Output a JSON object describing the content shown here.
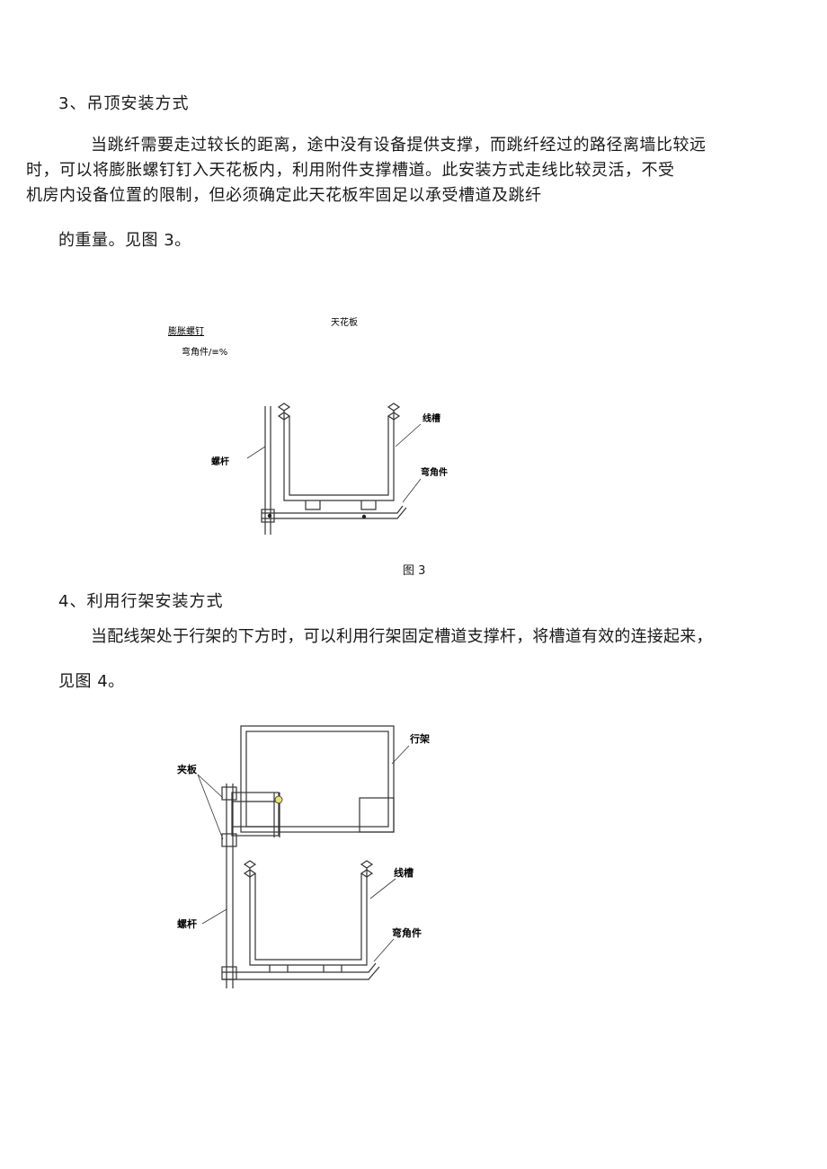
{
  "section3": {
    "heading": "3、吊顶安装方式",
    "para_lines": [
      "当跳纤需要走过较长的距离，途中没有设备提供支撑，而跳纤经过的路径离墙比较远",
      "时，可以将膨胀螺钉钉入天花板内，利用附件支撑槽道。此安装方式走线比较灵活，不受",
      "机房内设备位置的限制，但必须确定此天花板牢固足以承受槽道及跳纤"
    ],
    "para_tail": "的重量。见图 3。"
  },
  "figure3": {
    "label_ceiling": "天花板",
    "label_expansion_screw": "膨胀螺钉",
    "label_bracket_small": "弯角件/≡%",
    "label_screw_rod": "螺杆",
    "label_trough": "线槽",
    "label_bracket": "弯角件",
    "caption": "图 3"
  },
  "section4": {
    "heading": "4、利用行架安装方式",
    "para_line1": "当配线架处于行架的下方时，可以利用行架固定槽道支撑杆，将槽道有效的连接起来，",
    "para_line2": "见图 4。"
  },
  "figure4": {
    "label_rack": "行架",
    "label_clamp_plate": "夹板",
    "label_screw_rod": "螺杆",
    "label_trough": "线槽",
    "label_bracket": "弯角件"
  }
}
